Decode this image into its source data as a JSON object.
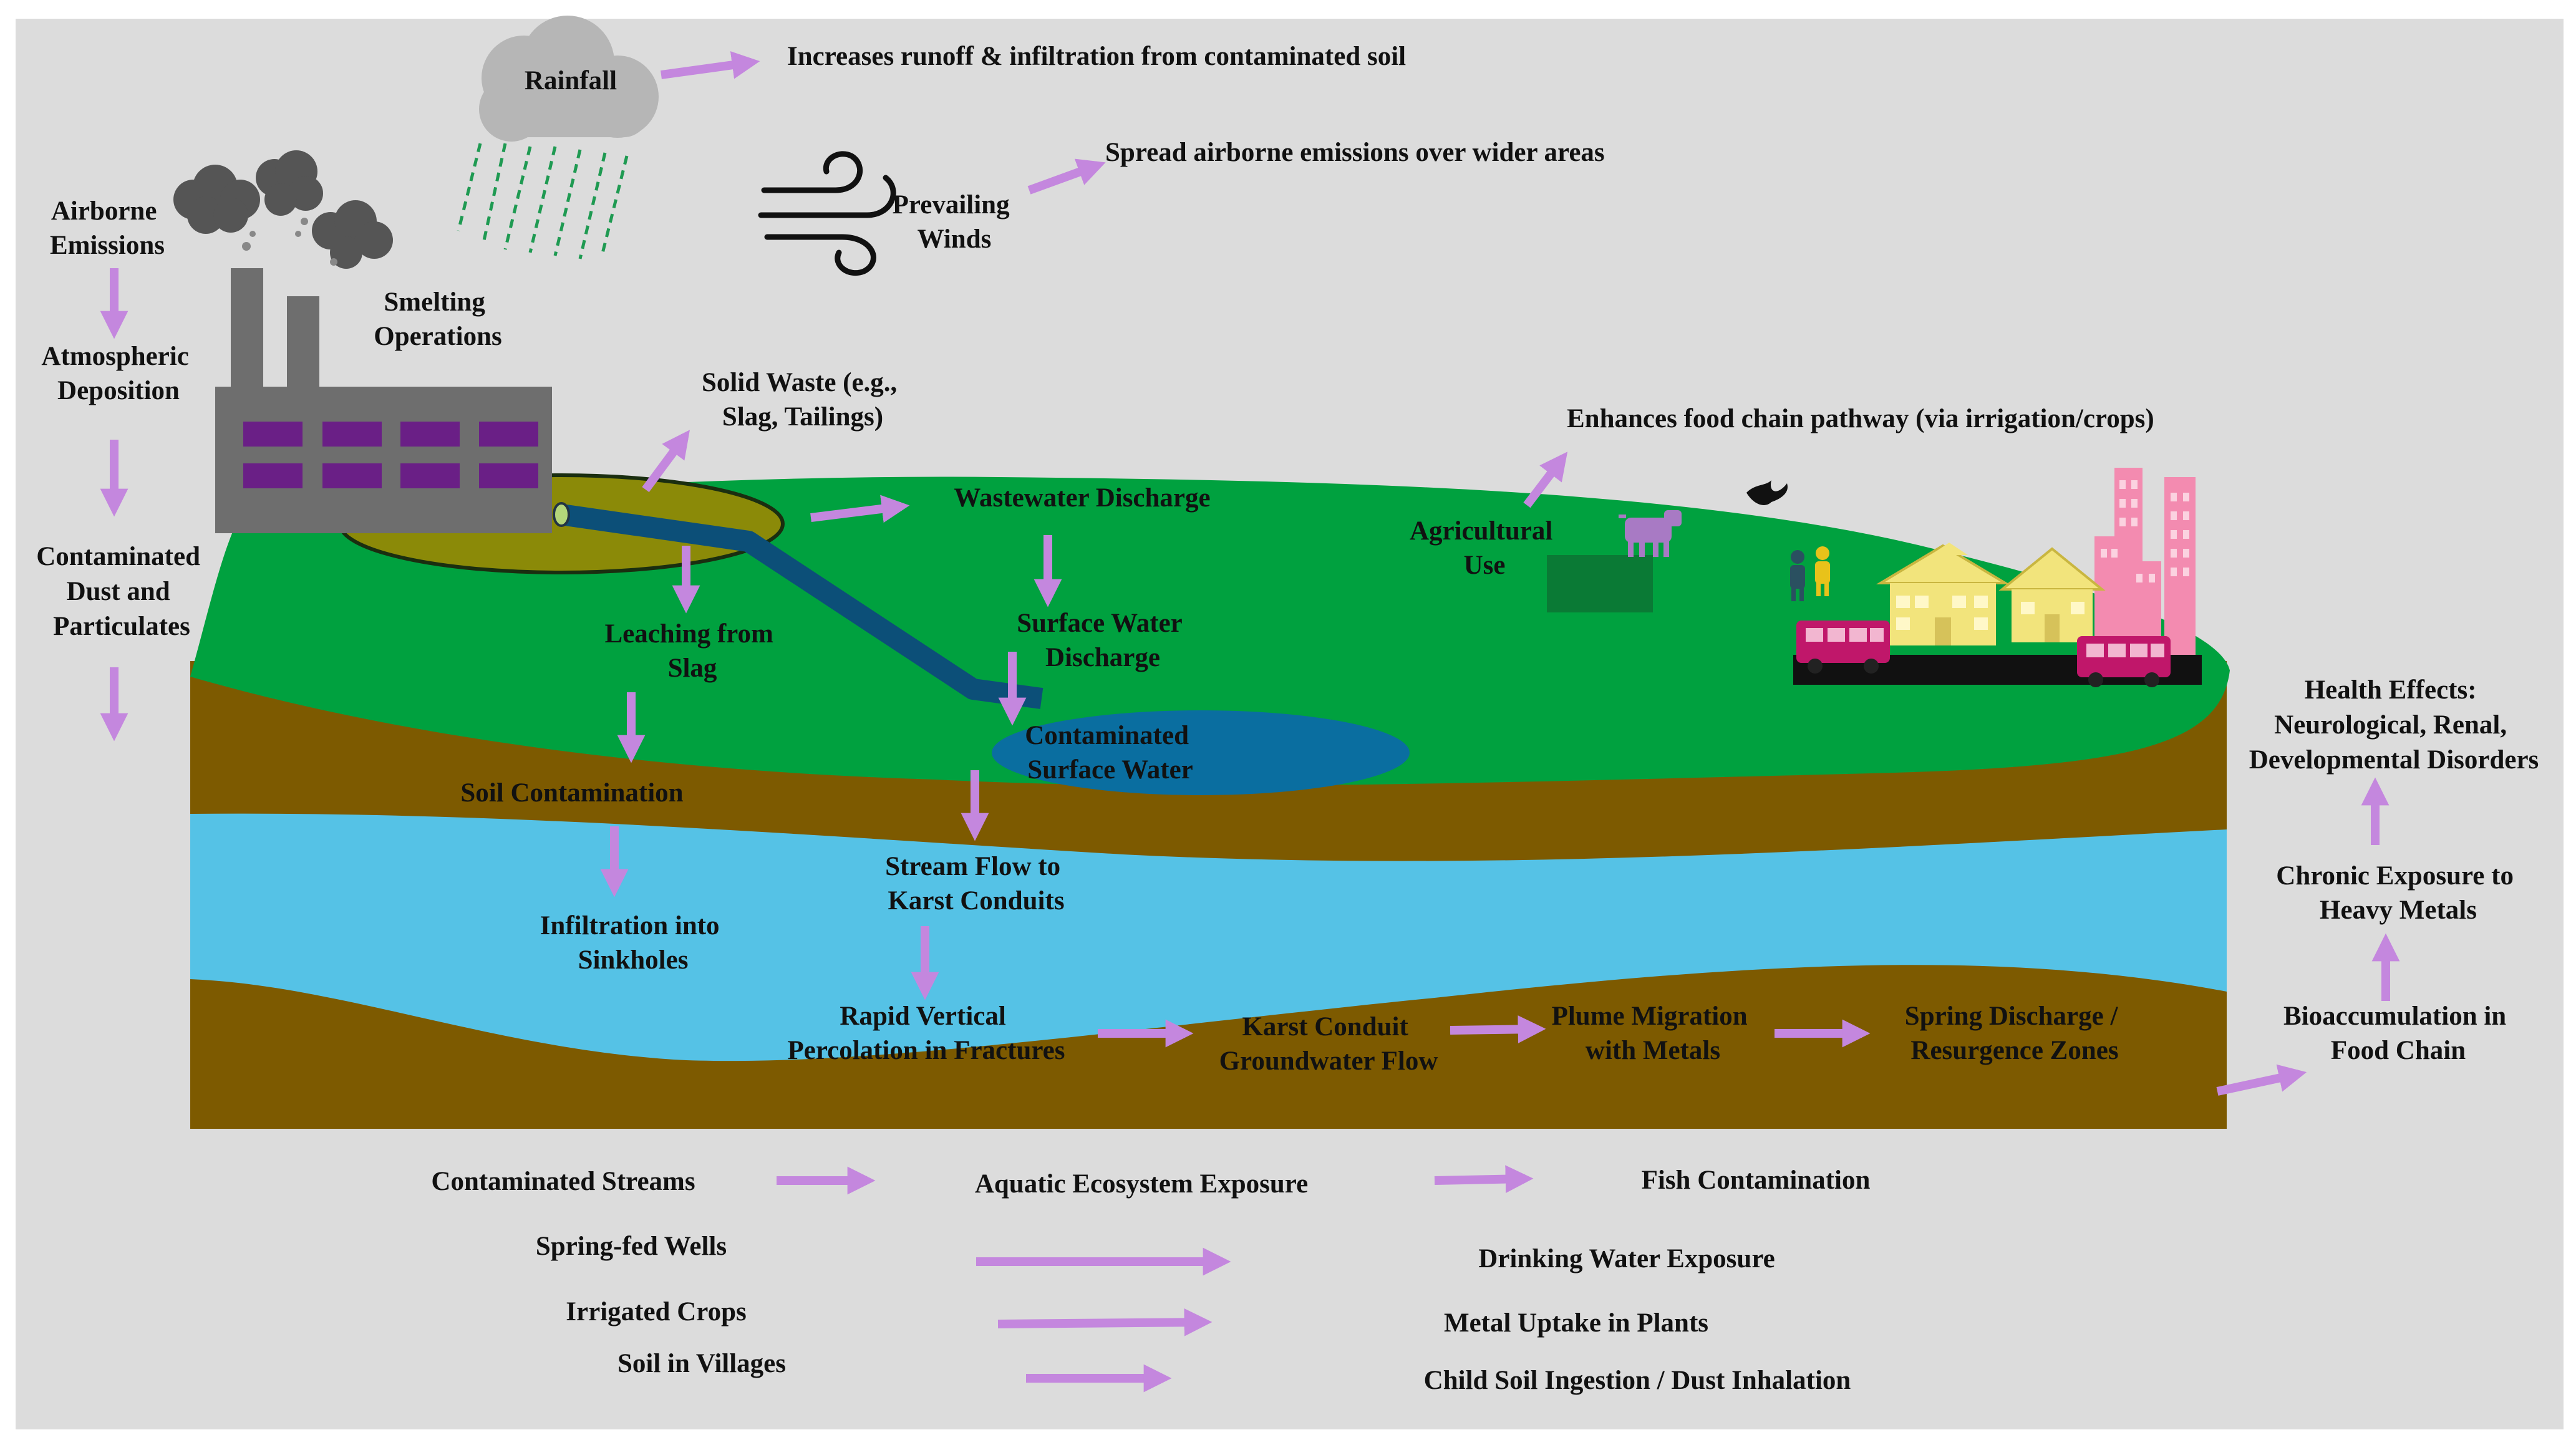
{
  "colors": {
    "background": "#dcdcdc",
    "ground_green": "#00a13f",
    "soil_brown": "#7d5a00",
    "aquifer_blue": "#55c2e6",
    "surface_water": "#0a6ea0",
    "arrow_violet": "#c487de",
    "factory_gray": "#6e6e6e",
    "window_purple": "#6a1f86",
    "slag_olive": "#8b8a08",
    "house_yellow": "#f2e47c",
    "building_pink": "#f38bb0",
    "bus_magenta": "#c0176a"
  },
  "icons": [
    "cloud-icon",
    "rain-icon",
    "wind-icon",
    "smoke-icon",
    "factory-icon",
    "cow-icon",
    "bird-icon",
    "people-icon",
    "house-icon",
    "building-icon",
    "bus-icon",
    "pipe-icon"
  ],
  "labels": {
    "rainfall": "Rainfall",
    "rainfall_effect": "Increases runoff & infiltration from contaminated soil",
    "prevailing_winds": [
      "Prevailing",
      "Winds"
    ],
    "winds_effect": "Spread airborne emissions over wider areas",
    "airborne_emissions": [
      "Airborne",
      "Emissions"
    ],
    "atmospheric_deposition": [
      "Atmospheric",
      "Deposition"
    ],
    "contaminated_dust": [
      "Contaminated",
      "Dust and",
      "Particulates"
    ],
    "smelting_operations": [
      "Smelting",
      "Operations"
    ],
    "solid_waste": [
      "Solid Waste (e.g.,",
      "Slag, Tailings)"
    ],
    "wastewater_discharge": "Wastewater Discharge",
    "surface_water_discharge": [
      "Surface Water",
      "Discharge"
    ],
    "leaching_from_slag": [
      "Leaching from",
      "Slag"
    ],
    "contaminated_surface_water": [
      "Contaminated",
      "Surface Water"
    ],
    "soil_contamination": "Soil Contamination",
    "stream_flow": [
      "Stream Flow to",
      "Karst Conduits"
    ],
    "infiltration_sinkholes": [
      "Infiltration into",
      "Sinkholes"
    ],
    "rapid_percolation": [
      "Rapid Vertical",
      "Percolation in Fractures"
    ],
    "karst_conduit": [
      "Karst Conduit",
      "Groundwater Flow"
    ],
    "plume_migration": [
      "Plume Migration",
      "with Metals"
    ],
    "spring_discharge": [
      "Spring Discharge /",
      "Resurgence Zones"
    ],
    "food_chain_pathway": "Enhances food chain pathway (via irrigation/crops)",
    "agricultural_use": [
      "Agricultural",
      "Use"
    ],
    "health_effects": [
      "Health Effects:",
      "Neurological, Renal,",
      "Developmental Disorders"
    ],
    "chronic_exposure": [
      "Chronic Exposure to",
      "Heavy Metals"
    ],
    "bioaccumulation": [
      "Bioaccumulation in",
      "Food Chain"
    ]
  },
  "bottom_rows": [
    {
      "source": "Contaminated Streams",
      "mid": "Aquatic Ecosystem Exposure",
      "target": "Fish Contamination"
    },
    {
      "source": "Spring-fed Wells",
      "target": "Drinking Water Exposure"
    },
    {
      "source": "Irrigated Crops",
      "target": "Metal Uptake in Plants"
    },
    {
      "source": "Soil in Villages",
      "target": "Child Soil Ingestion / Dust Inhalation"
    }
  ]
}
